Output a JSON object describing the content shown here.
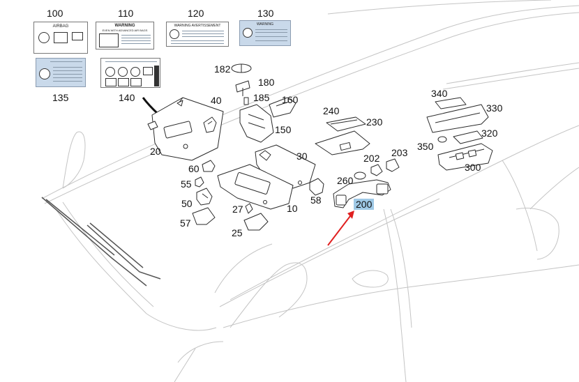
{
  "callouts": [
    {
      "id": "100",
      "text": "100"
    },
    {
      "id": "110",
      "text": "110"
    },
    {
      "id": "120",
      "text": "120"
    },
    {
      "id": "130",
      "text": "130"
    },
    {
      "id": "135",
      "text": "135"
    },
    {
      "id": "140",
      "text": "140"
    },
    {
      "id": "182",
      "text": "182"
    },
    {
      "id": "180",
      "text": "180"
    },
    {
      "id": "185",
      "text": "185"
    },
    {
      "id": "160",
      "text": "160"
    },
    {
      "id": "150",
      "text": "150"
    },
    {
      "id": "40",
      "text": "40"
    },
    {
      "id": "20",
      "text": "20"
    },
    {
      "id": "30",
      "text": "30"
    },
    {
      "id": "60",
      "text": "60"
    },
    {
      "id": "55",
      "text": "55"
    },
    {
      "id": "50",
      "text": "50"
    },
    {
      "id": "57",
      "text": "57"
    },
    {
      "id": "27",
      "text": "27"
    },
    {
      "id": "25",
      "text": "25"
    },
    {
      "id": "10",
      "text": "10"
    },
    {
      "id": "58",
      "text": "58"
    },
    {
      "id": "240",
      "text": "240"
    },
    {
      "id": "230",
      "text": "230"
    },
    {
      "id": "202",
      "text": "202"
    },
    {
      "id": "203",
      "text": "203"
    },
    {
      "id": "260",
      "text": "260"
    },
    {
      "id": "200",
      "text": "200",
      "highlighted": true
    },
    {
      "id": "340",
      "text": "340"
    },
    {
      "id": "330",
      "text": "330"
    },
    {
      "id": "320",
      "text": "320"
    },
    {
      "id": "350",
      "text": "350"
    },
    {
      "id": "300",
      "text": "300"
    }
  ],
  "stickers": {
    "s100": {
      "title": "AIRBAG"
    },
    "s110": {
      "title": "WARNING",
      "line1": "EVEN   WITH   ADVANCED   AIR   BAGS"
    },
    "s120": {
      "title": "WARNING AVERTISSEMENT"
    },
    "s130": {
      "title": "WARNING"
    }
  },
  "colors": {
    "highlight": "#9fc9e6",
    "arrow": "#e02020",
    "line": "#2a2a2a",
    "body_line": "#c4c4c4"
  }
}
